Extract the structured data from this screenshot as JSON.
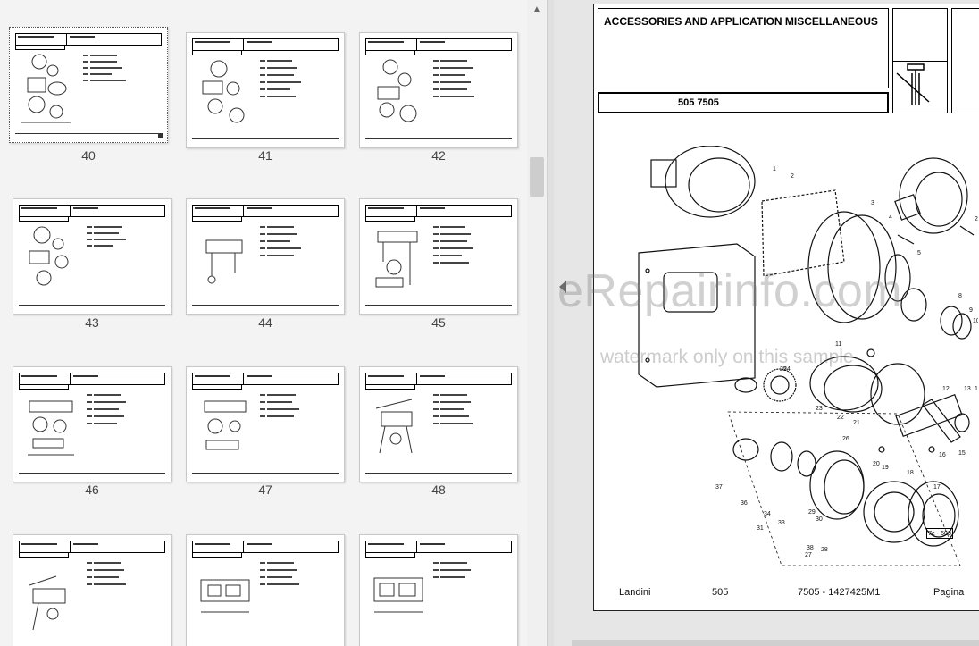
{
  "thumbnails": [
    {
      "label": "40",
      "selected": true
    },
    {
      "label": "41"
    },
    {
      "label": "42"
    },
    {
      "label": "43"
    },
    {
      "label": "44"
    },
    {
      "label": "45"
    },
    {
      "label": "46"
    },
    {
      "label": "47"
    },
    {
      "label": "48"
    },
    {
      "label": ""
    },
    {
      "label": ""
    },
    {
      "label": ""
    }
  ],
  "page": {
    "title": "ACCESSORIES AND APPLICATION MISCELLANEOUS",
    "model": "505  7505",
    "ref_label": "7e - 503",
    "footer": {
      "brand": "Landini",
      "model": "505",
      "code": "7505 - 1427425M1",
      "page_label": "Pagina"
    }
  },
  "watermark": {
    "main": "eRepairinfo.com",
    "sub": "watermark only on this sample"
  },
  "icons": {
    "scroll_up": "chevron-up-icon",
    "collapse": "chevron-left-icon"
  }
}
